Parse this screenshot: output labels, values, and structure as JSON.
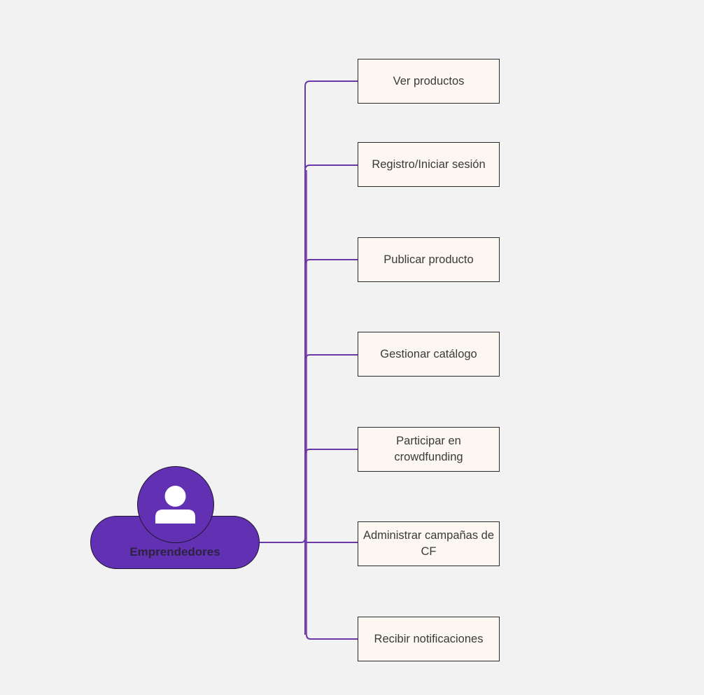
{
  "actor": {
    "label": "Emprendedores",
    "icon": "user-icon"
  },
  "use_cases": [
    "Ver productos",
    "Registro/Iniciar sesión",
    "Publicar producto",
    "Gestionar catálogo",
    "Participar en crowdfunding",
    "Administrar campañas de CF",
    "Recibir notificaciones"
  ],
  "colors": {
    "background": "#f2f2f2",
    "actor_fill": "#6230b2",
    "connector": "#6a36a8",
    "node_fill": "#fcf8f1",
    "node_border": "#2a2a2a"
  }
}
